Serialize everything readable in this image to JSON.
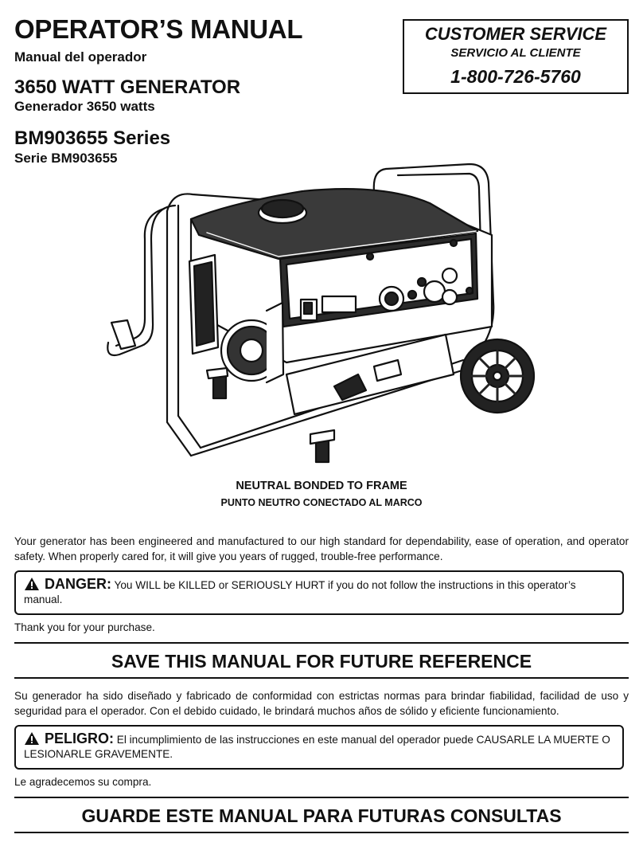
{
  "header": {
    "title": "OPERATOR’S MANUAL",
    "title_es": "Manual del operador",
    "product": "3650 WATT GENERATOR",
    "product_es": "Generador 3650 watts",
    "series": "BM903655 Series",
    "series_es": "Serie BM903655"
  },
  "customer_service": {
    "label": "CUSTOMER SERVICE",
    "label_es": "SERVICIO AL CLIENTE",
    "phone": "1-800-726-5760"
  },
  "illustration": {
    "caption": "NEUTRAL BONDED TO FRAME",
    "caption_es": "PUNTO NEUTRO CONECTADO AL MARCO"
  },
  "english": {
    "intro": "Your generator has been engineered and manufactured to our high standard for dependability, ease of operation, and operator safety. When properly cared for, it will give you years of rugged, trouble-free performance.",
    "danger_label": "DANGER:",
    "danger_text": "You WILL be KILLED or SERIOUSLY HURT if you do not follow the instructions in this operator’s manual.",
    "thanks": "Thank you for your purchase.",
    "banner": "SAVE THIS MANUAL FOR FUTURE REFERENCE"
  },
  "spanish": {
    "intro": "Su generador ha sido diseñado y fabricado de conformidad con estrictas normas para brindar fiabilidad, facilidad de uso y seguridad para el operador. Con el debido cuidado, le brindará muchos años de sólido y eficiente funcionamiento.",
    "danger_label": "PELIGRO:",
    "danger_text": "El incumplimiento de las instrucciones en este manual del operador puede CAUSARLE LA MUERTE O LESIONARLE GRAVEMENTE.",
    "thanks": "Le agradecemos su compra.",
    "banner": "GUARDE ESTE MANUAL PARA FUTURAS CONSULTAS"
  }
}
